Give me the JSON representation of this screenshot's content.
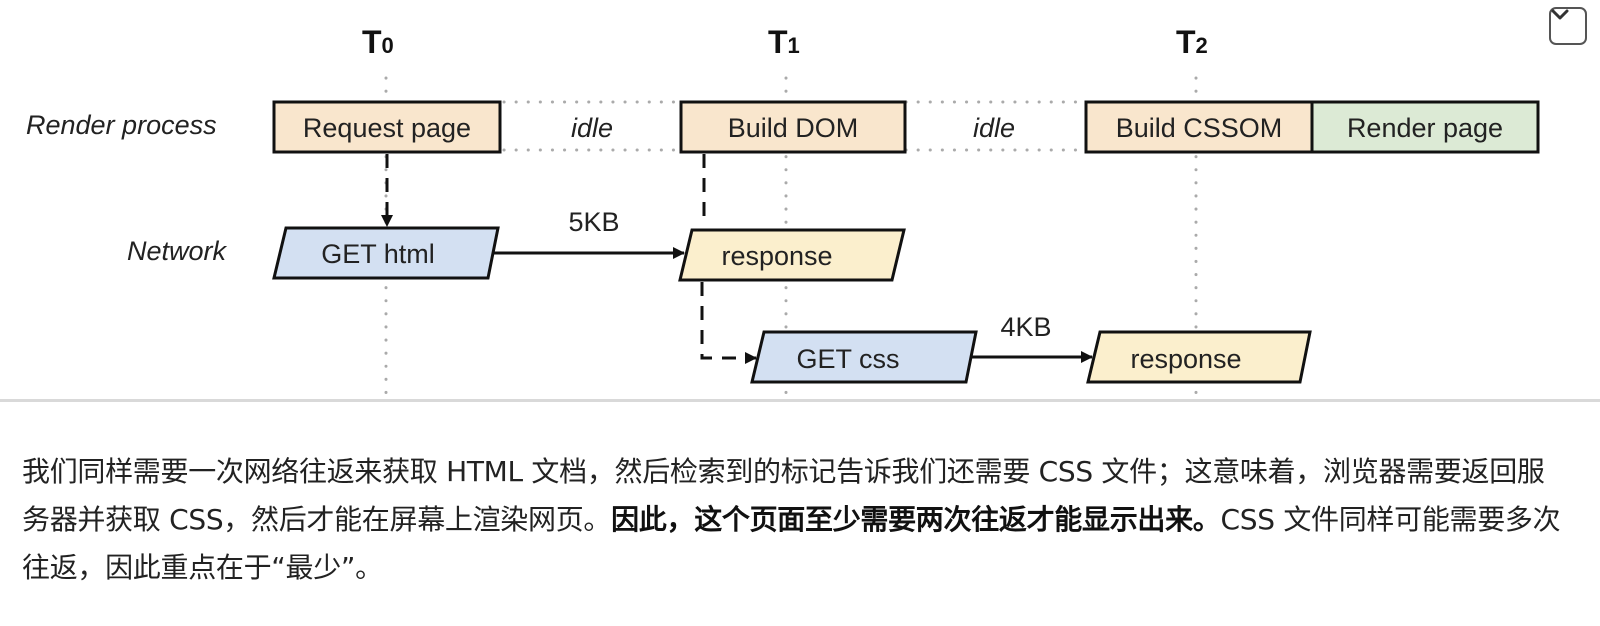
{
  "figure": {
    "time_markers": [
      {
        "label": "T",
        "sub": "0"
      },
      {
        "label": "T",
        "sub": "1"
      },
      {
        "label": "T",
        "sub": "2"
      }
    ],
    "lanes": {
      "render": "Render process",
      "network": "Network"
    },
    "render_blocks": [
      {
        "label": "Request page",
        "color": "#f9e6cd"
      },
      {
        "label": "idle"
      },
      {
        "label": "Build DOM",
        "color": "#f9e6cd"
      },
      {
        "label": "idle"
      },
      {
        "label": "Build CSSOM",
        "color": "#f9e6cd"
      },
      {
        "label": "Render page",
        "color": "#dcead5"
      }
    ],
    "network_blocks": [
      {
        "label": "GET html",
        "color": "#d3e0f2"
      },
      {
        "label": "response",
        "color": "#fbefcd"
      },
      {
        "label": "GET css",
        "color": "#d3e0f2"
      },
      {
        "label": "response",
        "color": "#fbefcd"
      }
    ],
    "transfer_sizes": [
      "5KB",
      "4KB"
    ],
    "expand_icon": "chevron-down-icon"
  },
  "article": {
    "text_before": "我们同样需要一次网络往返来获取 HTML 文档，然后检索到的标记告诉我们还需要 CSS 文件；这意味着，浏览器需要返回服务器并获取 CSS，然后才能在屏幕上渲染网页。",
    "text_bold": "因此，这个页面至少需要两次往返才能显示出来。",
    "text_after": "CSS 文件同样可能需要多次往返，因此重点在于“最少”。"
  }
}
